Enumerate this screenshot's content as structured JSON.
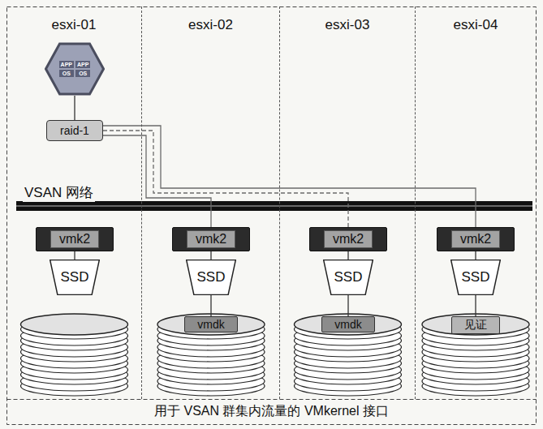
{
  "diagram": {
    "caption": "用于 VSAN 群集内流量的 VMkernel 接口",
    "nodes": [
      {
        "text": [
          "esxi-01"
        ]
      },
      {
        "text": [
          "APP",
          "APP",
          "OS",
          "OS"
        ],
        "in": 0
      },
      {
        "text": [
          "raid-1"
        ],
        "in": 0
      },
      {
        "text": [
          "vmk2"
        ],
        "in": 0
      },
      {
        "text": [
          "SSD"
        ],
        "in": 0
      },
      {
        "text": [
          "esxi-02"
        ]
      },
      {
        "text": [
          "vmk2"
        ],
        "in": 5
      },
      {
        "text": [
          "SSD"
        ],
        "in": 5
      },
      {
        "text": [
          "vmdk"
        ],
        "in": 5
      },
      {
        "text": [
          "esxi-03"
        ]
      },
      {
        "text": [
          "vmk2"
        ],
        "in": 9
      },
      {
        "text": [
          "SSD"
        ],
        "in": 9
      },
      {
        "text": [
          "vmdk"
        ],
        "in": 9
      },
      {
        "text": [
          "esxi-04"
        ]
      },
      {
        "text": [
          "vmk2"
        ],
        "in": 13
      },
      {
        "text": [
          "SSD"
        ],
        "in": 13
      },
      {
        "text": [
          "见证"
        ],
        "in": 13
      }
    ],
    "edges": [
      {
        "from": 1,
        "to": 2,
        "arrow": "none"
      },
      {
        "from": 2,
        "to": 6,
        "arrow": "none"
      },
      {
        "from": 2,
        "to": 10,
        "arrow": "none"
      },
      {
        "from": 2,
        "to": 14,
        "arrow": "none"
      },
      {
        "from": 3,
        "to": 4,
        "arrow": "none"
      },
      {
        "from": 6,
        "to": 7,
        "arrow": "none"
      },
      {
        "from": 7,
        "to": 8,
        "arrow": "none"
      },
      {
        "from": 10,
        "to": 11,
        "arrow": "none"
      },
      {
        "from": 11,
        "to": 12,
        "arrow": "none"
      },
      {
        "from": 14,
        "to": 15,
        "arrow": "none"
      },
      {
        "from": 15,
        "to": 16,
        "arrow": "none"
      }
    ],
    "labels": [
      "VSAN 网络"
    ]
  }
}
